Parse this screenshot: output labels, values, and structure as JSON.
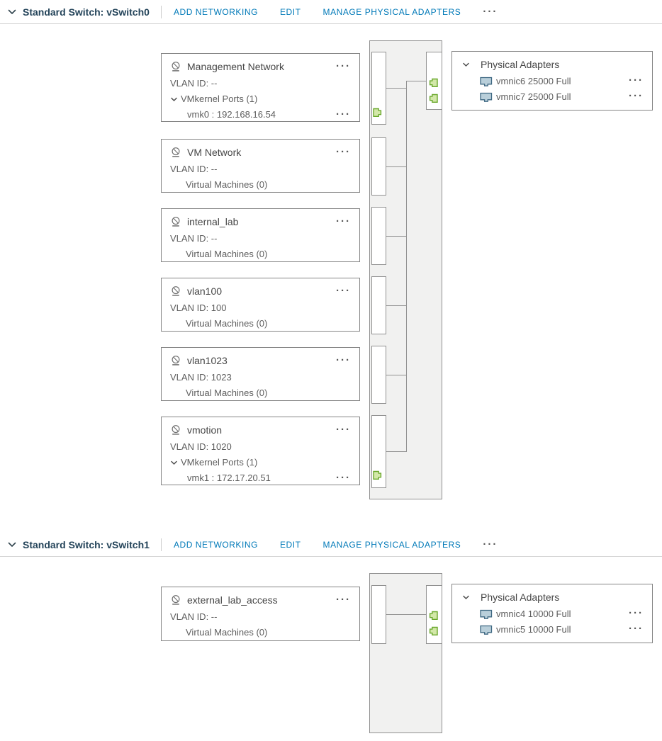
{
  "shared": {
    "ellipsis": "···"
  },
  "switches": [
    {
      "title": "Standard Switch: vSwitch0",
      "actions": {
        "add": "ADD NETWORKING",
        "edit": "EDIT",
        "manage": "MANAGE PHYSICAL ADAPTERS"
      },
      "port_groups": [
        {
          "name": "Management Network",
          "vlan": "VLAN ID: --",
          "sub": "VMkernel Ports (1)",
          "detail": "vmk0 : 192.168.16.54"
        },
        {
          "name": "VM Network",
          "vlan": "VLAN ID: --",
          "sub": "Virtual Machines (0)"
        },
        {
          "name": "internal_lab",
          "vlan": "VLAN ID: --",
          "sub": "Virtual Machines (0)"
        },
        {
          "name": "vlan100",
          "vlan": "VLAN ID: 100",
          "sub": "Virtual Machines (0)"
        },
        {
          "name": "vlan1023",
          "vlan": "VLAN ID: 1023",
          "sub": "Virtual Machines (0)"
        },
        {
          "name": "vmotion",
          "vlan": "VLAN ID: 1020",
          "sub": "VMkernel Ports (1)",
          "detail": "vmk1 : 172.17.20.51"
        }
      ],
      "physical_adapters": {
        "title": "Physical Adapters",
        "items": [
          "vmnic6 25000 Full",
          "vmnic7 25000 Full"
        ]
      }
    },
    {
      "title": "Standard Switch: vSwitch1",
      "actions": {
        "add": "ADD NETWORKING",
        "edit": "EDIT",
        "manage": "MANAGE PHYSICAL ADAPTERS"
      },
      "port_groups": [
        {
          "name": "external_lab_access",
          "vlan": "VLAN ID: --",
          "sub": "Virtual Machines (0)"
        }
      ],
      "physical_adapters": {
        "title": "Physical Adapters",
        "items": [
          "vmnic4 10000 Full",
          "vmnic5 10000 Full"
        ]
      }
    }
  ],
  "colors": {
    "link_blue": "#0079b8",
    "switch_title": "#24445a",
    "port_green_fill": "#d3e8a9",
    "port_green_stroke": "#6aa82c",
    "nic_fill": "#b9cfda",
    "nic_stroke": "#3e6882"
  }
}
